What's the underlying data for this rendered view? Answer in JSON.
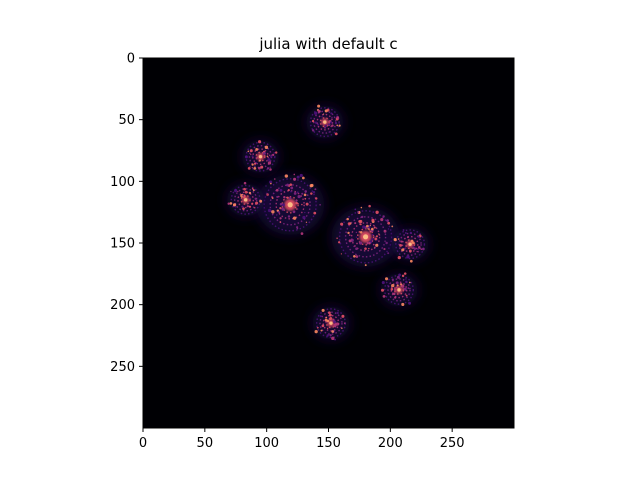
{
  "chart_data": {
    "type": "heatmap",
    "title": "julia with default c",
    "xlabel": "",
    "ylabel": "",
    "image_size": [
      300,
      300
    ],
    "xlim": [
      0,
      300
    ],
    "ylim": [
      300,
      0
    ],
    "y_inverted": true,
    "x_ticks": [
      0,
      50,
      100,
      150,
      200,
      250
    ],
    "y_ticks": [
      0,
      50,
      100,
      150,
      200,
      250
    ],
    "x_tick_labels": [
      "0",
      "50",
      "100",
      "150",
      "200",
      "250"
    ],
    "y_tick_labels": [
      "0",
      "50",
      "100",
      "150",
      "200",
      "250"
    ],
    "colormap": "magma",
    "colormap_stops": [
      "#000004",
      "#1c1044",
      "#4f127b",
      "#812581",
      "#b5367a",
      "#e55064",
      "#fb8761",
      "#fec287",
      "#fcfdbf"
    ],
    "background_color": "#000004",
    "grid": false,
    "legend": "none",
    "fractal_centers": [
      {
        "x": 119,
        "y": 119
      },
      {
        "x": 180,
        "y": 145
      },
      {
        "x": 83,
        "y": 115
      },
      {
        "x": 216,
        "y": 151
      },
      {
        "x": 147,
        "y": 52
      },
      {
        "x": 152,
        "y": 215
      },
      {
        "x": 95,
        "y": 80
      },
      {
        "x": 207,
        "y": 188
      }
    ]
  }
}
